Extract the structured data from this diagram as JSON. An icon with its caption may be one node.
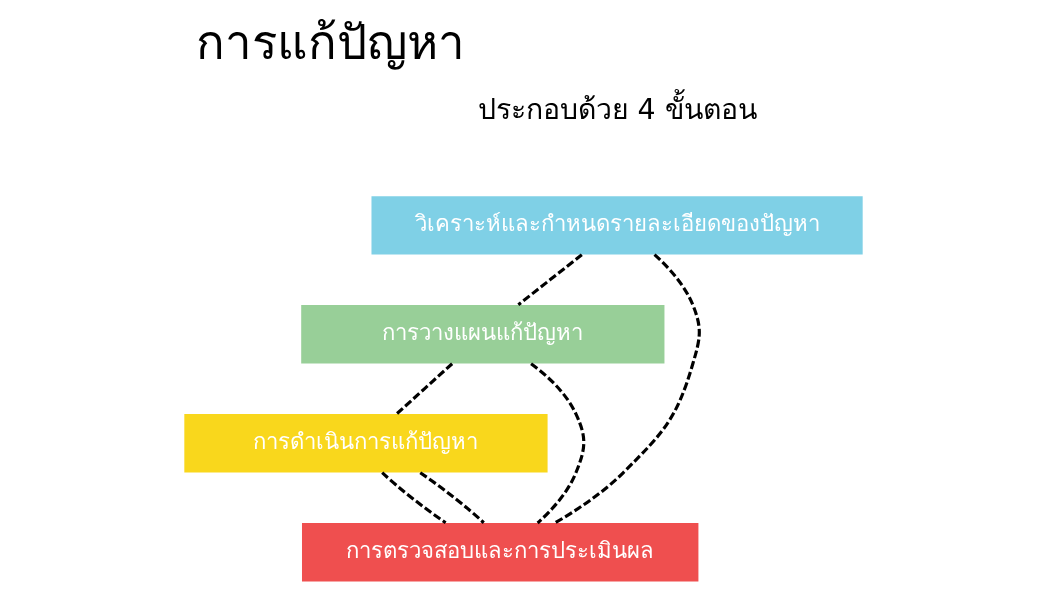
{
  "diagram": {
    "title": "การแก้ปัญหา",
    "nodes": [
      {
        "text": [
          "วิเคราะห์และกำหนดรายละเอียดของปัญหา"
        ]
      },
      {
        "text": [
          "การวางแผนแก้ปัญหา"
        ]
      },
      {
        "text": [
          "การดำเนินการแก้ปัญหา"
        ]
      },
      {
        "text": [
          "การตรวจสอบและการประเมินผล"
        ]
      }
    ],
    "edges": [
      {
        "from": 0,
        "to": 1,
        "arrow": "none",
        "style": "dashed"
      },
      {
        "from": 1,
        "to": 2,
        "arrow": "none",
        "style": "dashed"
      },
      {
        "from": 2,
        "to": 3,
        "arrow": "none",
        "style": "dashed"
      },
      {
        "from": 0,
        "to": 3,
        "arrow": "none",
        "style": "dashed"
      },
      {
        "from": 1,
        "to": 3,
        "arrow": "none",
        "style": "dashed"
      },
      {
        "from": 2,
        "to": 3,
        "arrow": "none",
        "style": "dashed"
      }
    ],
    "labels": [
      "ประกอบด้วย 4 ขั้นตอน"
    ]
  }
}
